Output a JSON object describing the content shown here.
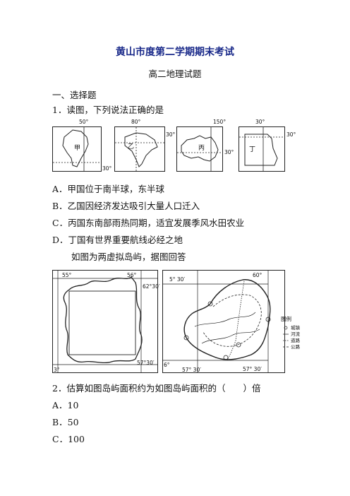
{
  "header": {
    "title": "黄山市度第二学期期末考试",
    "subtitle": "高二地理试题"
  },
  "section": {
    "heading": "一、选择题"
  },
  "q1": {
    "stem": "1．读图，下列说法正确的是",
    "maps": [
      {
        "name": "甲",
        "lon_label": "50°",
        "lat_label": "30°"
      },
      {
        "name": "乙",
        "lon_label": "80°",
        "lat_label": "30°"
      },
      {
        "name": "丙",
        "lon_label": "150°",
        "lat_label": "30°"
      },
      {
        "name": "丁",
        "lon_label": "30°",
        "lat_label": "30°"
      }
    ],
    "options": [
      "A．甲国位于南半球，东半球",
      "B．乙国因经济发达吸引大量人口迁入",
      "C．丙国东南部雨热同期，适宜发展季风水田农业",
      "D．丁国有世界重要航线必经之地"
    ]
  },
  "intro": "如图为两虚拟岛屿，据图回答",
  "figure2": {
    "left": {
      "top_left": "55°",
      "top_right": "56°",
      "right_mid": "62°30′",
      "bottom_right": "57°30′",
      "bottom_left": "3°"
    },
    "right": {
      "top_label": "5° 30′",
      "top_right": "60°",
      "bottom_left": "6°",
      "bottom_mid": "57° 30′",
      "bottom_right": "57° 30′",
      "legend_title": "图例",
      "legend_items": [
        "城镇",
        "河流",
        "道路",
        "公路"
      ]
    }
  },
  "q2": {
    "stem": "2．估算如图岛屿面积约为如图岛屿面积的（　　）倍",
    "options": [
      "A．10",
      "B．50",
      "C．100"
    ]
  },
  "colors": {
    "title": "#1a2a8a",
    "text": "#111111"
  }
}
